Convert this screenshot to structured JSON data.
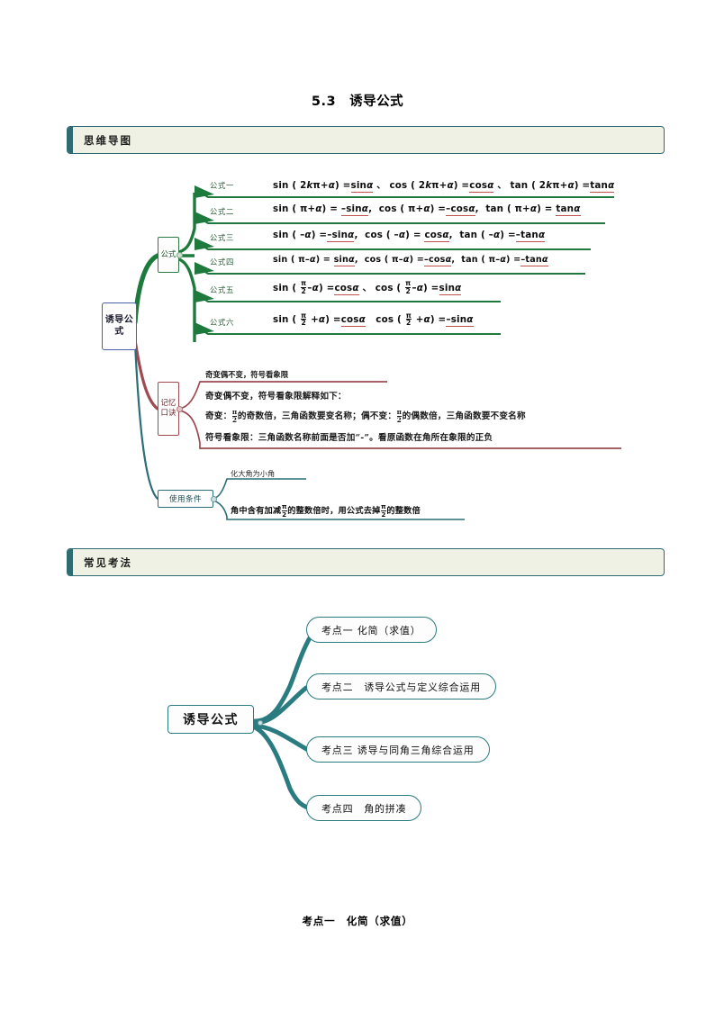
{
  "page": {
    "title": "5.3　诱导公式",
    "bottom_heading": "考点一　化简（求值）"
  },
  "sections": [
    {
      "id": "mind-map",
      "label": "思维导图"
    },
    {
      "id": "common-exam-methods",
      "label": "常见考法"
    }
  ],
  "colors": {
    "banner_bg": "#eef1e3",
    "banner_border": "#2f6b72",
    "root_border_blue": "#4a5fa8",
    "branch_green": "#2c7a46",
    "branch_red": "#9e4a52",
    "branch_teal": "#2b6e78",
    "underline_red": "#c0504d",
    "map2_teal": "#2b7c80"
  },
  "map1": {
    "root": "诱导公式",
    "branches": {
      "formulas": {
        "label": "公式",
        "rows": [
          {
            "label": "公式一",
            "parts": [
              {
                "t": "sin ( 2",
                "k": "plain"
              },
              {
                "t": "k",
                "k": "italic"
              },
              {
                "t": "π+",
                "k": "plain"
              },
              {
                "t": "α",
                "k": "italic"
              },
              {
                "t": ") =",
                "k": "plain"
              },
              {
                "t": "sinα",
                "k": "underline"
              },
              {
                "t": "、 cos ( 2",
                "k": "plain"
              },
              {
                "t": "k",
                "k": "italic"
              },
              {
                "t": "π+",
                "k": "plain"
              },
              {
                "t": "α",
                "k": "italic"
              },
              {
                "t": ") =",
                "k": "plain"
              },
              {
                "t": "cosα",
                "k": "underline"
              },
              {
                "t": "、 tan ( 2",
                "k": "plain"
              },
              {
                "t": "k",
                "k": "italic"
              },
              {
                "t": "π+",
                "k": "plain"
              },
              {
                "t": "α",
                "k": "italic"
              },
              {
                "t": ") =",
                "k": "plain"
              },
              {
                "t": "tanα",
                "k": "underline"
              }
            ],
            "plain": "sin ( 2kπ+α) =sinα、 cos ( 2kπ+α) =cosα、 tan ( 2kπ+α) =tanα"
          },
          {
            "label": "公式二",
            "plain": "sin ( π+α) = –sinα,  cos ( π+α) =–cosα,  tan ( π+α) = tanα"
          },
          {
            "label": "公式三",
            "plain": "sin ( –α) =–sinα,  cos ( –α) = cosα,  tan ( –α) =–tanα"
          },
          {
            "label": "公式四",
            "plain": "sin ( π–α) = sinα,  cos ( π–α) =–cosα,  tan ( π–α) =–tanα"
          },
          {
            "label": "公式五",
            "plain": "sin ( π/2 –α) =cosα、 cos ( π/2 –α) =sinα"
          },
          {
            "label": "公式六",
            "plain": "sin ( π/2 +α) =cosα   cos ( π/2 +α) =–sinα"
          }
        ]
      },
      "mnemonic": {
        "label": "记忆口诀",
        "tag": "奇变偶不变，符号看象限",
        "lines": [
          "奇变偶不变，符号看象限解释如下：",
          "奇变：π/2的奇数倍，三角函数要变名称；偶不变：π/2的偶数倍，三角函数要不变名称",
          "符号看象限：三角函数名称前面是否加“-”。看原函数在角所在象限的正负"
        ]
      },
      "usage": {
        "label": "使用条件",
        "tag": "化大角为小角",
        "text": "角中含有加减π/2的整数倍时，用公式去掉π/2的整数倍"
      }
    }
  },
  "map2": {
    "root": "诱导公式",
    "nodes": [
      {
        "label": "考点一  化简（求值）"
      },
      {
        "label": "考点二　诱导公式与定义综合运用"
      },
      {
        "label": "考点三  诱导与同角三角综合运用"
      },
      {
        "label": "考点四　角的拼凑"
      }
    ]
  }
}
